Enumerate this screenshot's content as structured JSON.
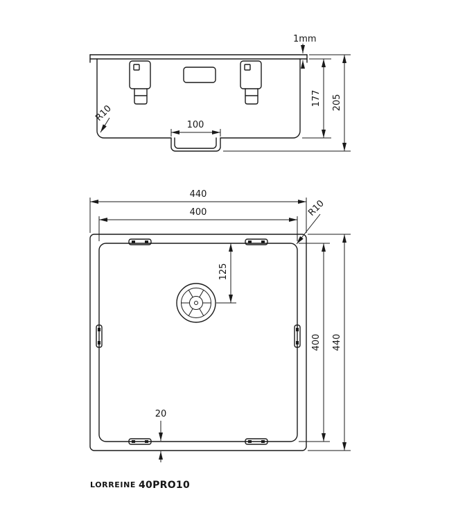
{
  "page": {
    "background": "#ffffff",
    "line_color": "#1a1a1a"
  },
  "side_view": {
    "dims": {
      "flange_thickness": "1mm",
      "bowl_depth": "177",
      "overall_height": "205",
      "corner_radius": "R10",
      "drain_width": "100"
    }
  },
  "plan_view": {
    "dims": {
      "outer_width": "440",
      "bowl_width": "400",
      "corner_radius": "R10",
      "drain_offset": "125",
      "bowl_length": "400",
      "outer_length": "440",
      "rim_width": "20"
    }
  },
  "footer": {
    "brand": "LORREINE",
    "model": "40PRO10"
  }
}
